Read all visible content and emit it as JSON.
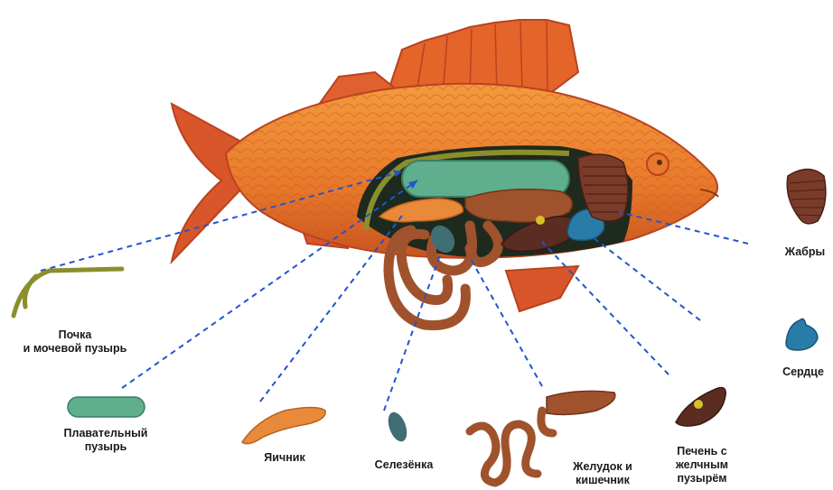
{
  "labels": {
    "kidney": [
      "Почка",
      "и мочевой пузырь"
    ],
    "swim_bladder": [
      "Плавательный",
      "пузырь"
    ],
    "ovary": [
      "Яичник"
    ],
    "spleen": [
      "Селезёнка"
    ],
    "stomach": [
      "Желудок и",
      "кишечник"
    ],
    "liver": [
      "Печень с",
      "желчным",
      "пузырём"
    ],
    "gills": [
      "Жабры"
    ],
    "heart": [
      "Сердце"
    ]
  },
  "colors": {
    "fish_body": "#e8782a",
    "fish_fins": "#d9552a",
    "kidney": "#8a8f2c",
    "swim_bladder": "#5fae8e",
    "ovary": "#e98a3a",
    "spleen": "#3f6e74",
    "intestine": "#a0522d",
    "liver": "#5a2c22",
    "gall_bladder": "#d8c02a",
    "gills": "#7a3b2a",
    "heart": "#2a7ca8",
    "pointer_line": "#2255cc"
  }
}
